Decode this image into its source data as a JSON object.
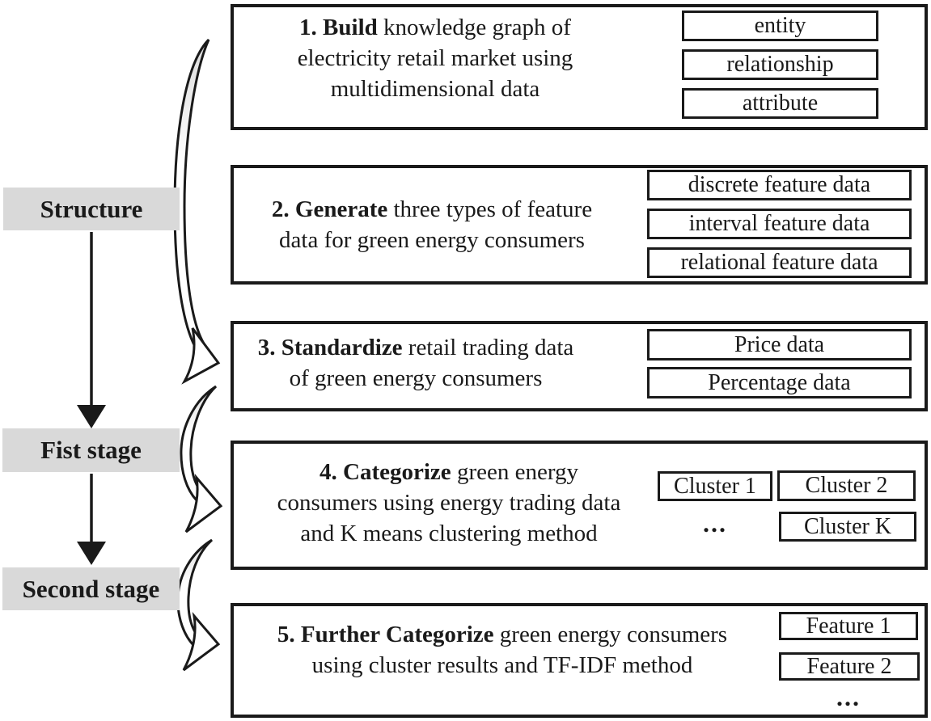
{
  "stages": [
    {
      "label": "Structure"
    },
    {
      "label": "Fist stage"
    },
    {
      "label": "Second stage"
    }
  ],
  "steps": [
    {
      "bold": "1. Build",
      "line1_rest": " knowledge graph of",
      "line2": "electricity retail market using",
      "line3": "multidimensional data",
      "tags": [
        "entity",
        "relationship",
        "attribute"
      ]
    },
    {
      "bold": "2. Generate",
      "line1_rest": " three types of feature",
      "line2": "data for green energy consumers",
      "tags": [
        "discrete feature data",
        "interval feature data",
        "relational feature data"
      ]
    },
    {
      "bold": "3. Standardize",
      "line1_rest": " retail trading data",
      "line2": "of green energy consumers",
      "tags": [
        "Price data",
        "Percentage data"
      ]
    },
    {
      "bold": "4. Categorize",
      "line1_rest": " green energy",
      "line2": "consumers using energy trading data",
      "line3": "and K means clustering method",
      "tags": [
        "Cluster 1",
        "Cluster 2",
        "Cluster K"
      ],
      "ellipsis": "..."
    },
    {
      "bold": "5. Further Categorize",
      "line1_rest": " green energy consumers",
      "line2": "using cluster results and TF-IDF method",
      "tags": [
        "Feature 1",
        "Feature 2"
      ],
      "ellipsis": "..."
    }
  ],
  "colors": {
    "label_bg": "#d9d9d9",
    "line": "#1a1a1a",
    "swoosh_tail": "#dcdcdc"
  }
}
